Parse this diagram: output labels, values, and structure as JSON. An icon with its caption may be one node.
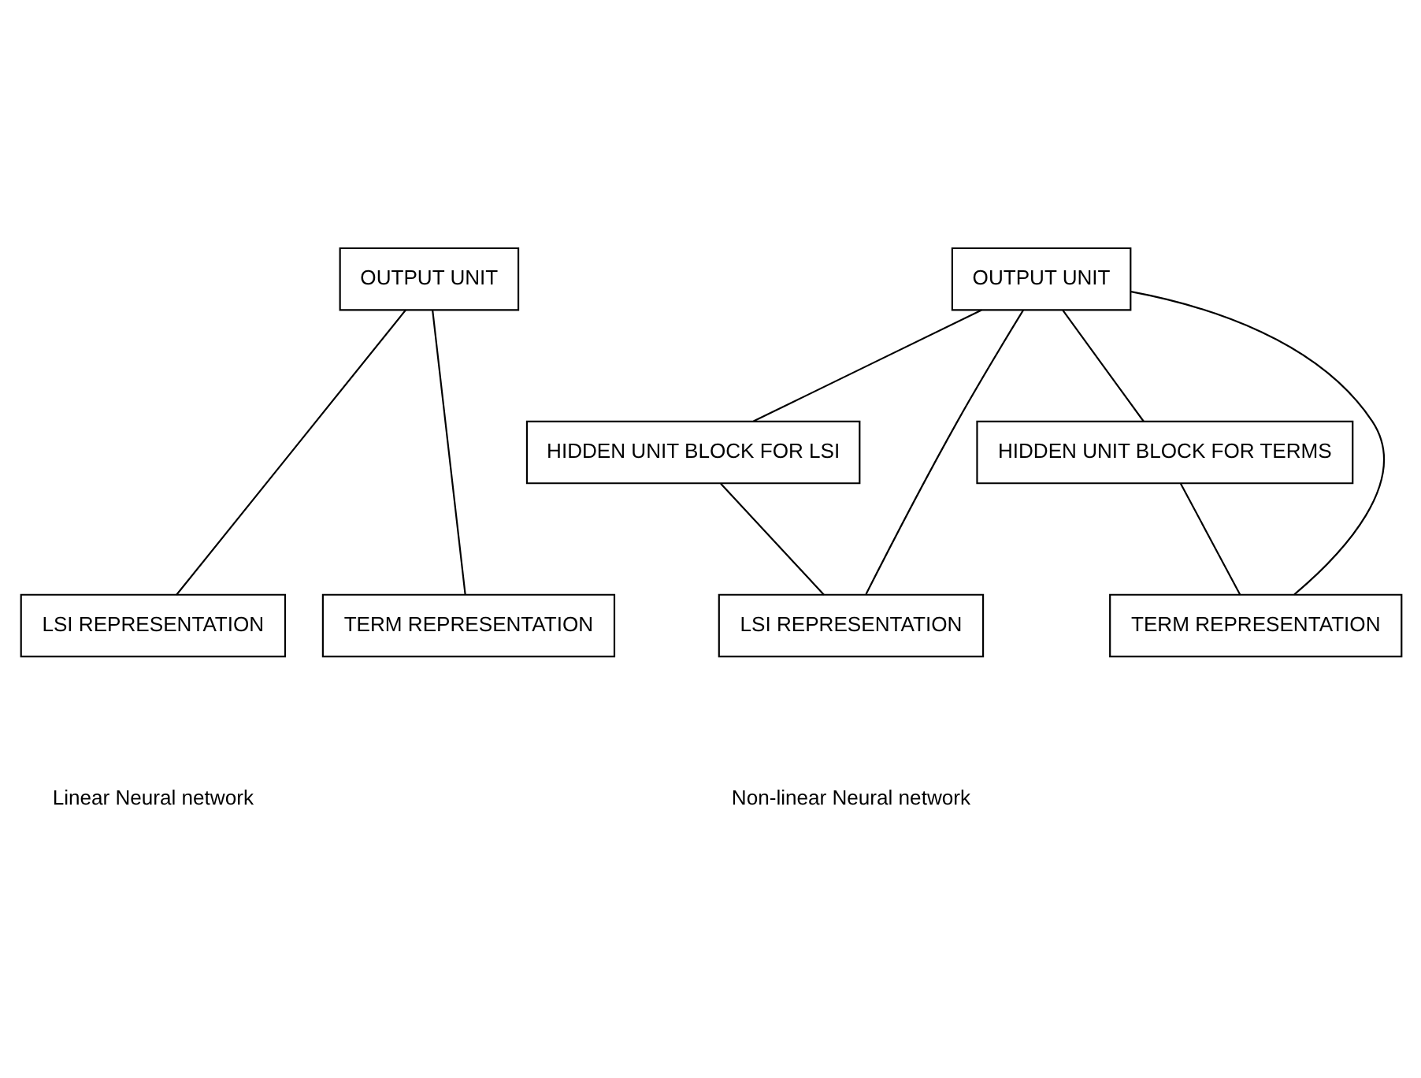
{
  "diagram": {
    "nodes": [
      {
        "text": [
          "OUTPUT UNIT"
        ]
      },
      {
        "text": [
          "LSI REPRESENTATION"
        ]
      },
      {
        "text": [
          "TERM REPRESENTATION"
        ]
      },
      {
        "text": [
          "OUTPUT UNIT"
        ]
      },
      {
        "text": [
          "HIDDEN UNIT BLOCK FOR LSI"
        ]
      },
      {
        "text": [
          "HIDDEN UNIT BLOCK FOR TERMS"
        ]
      },
      {
        "text": [
          "LSI REPRESENTATION"
        ]
      },
      {
        "text": [
          "TERM REPRESENTATION"
        ]
      }
    ],
    "edges": [
      {
        "from": 0,
        "to": 1,
        "arrow": "none"
      },
      {
        "from": 0,
        "to": 2,
        "arrow": "none"
      },
      {
        "from": 3,
        "to": 4,
        "arrow": "none"
      },
      {
        "from": 3,
        "to": 6,
        "arrow": "none"
      },
      {
        "from": 3,
        "to": 7,
        "arrow": "none"
      },
      {
        "from": 3,
        "to": 5,
        "arrow": "none"
      },
      {
        "from": 4,
        "to": 6,
        "arrow": "none"
      },
      {
        "from": 5,
        "to": 7,
        "arrow": "none"
      }
    ],
    "labels": [
      "Linear Neural network",
      "Non-linear Neural network"
    ]
  }
}
